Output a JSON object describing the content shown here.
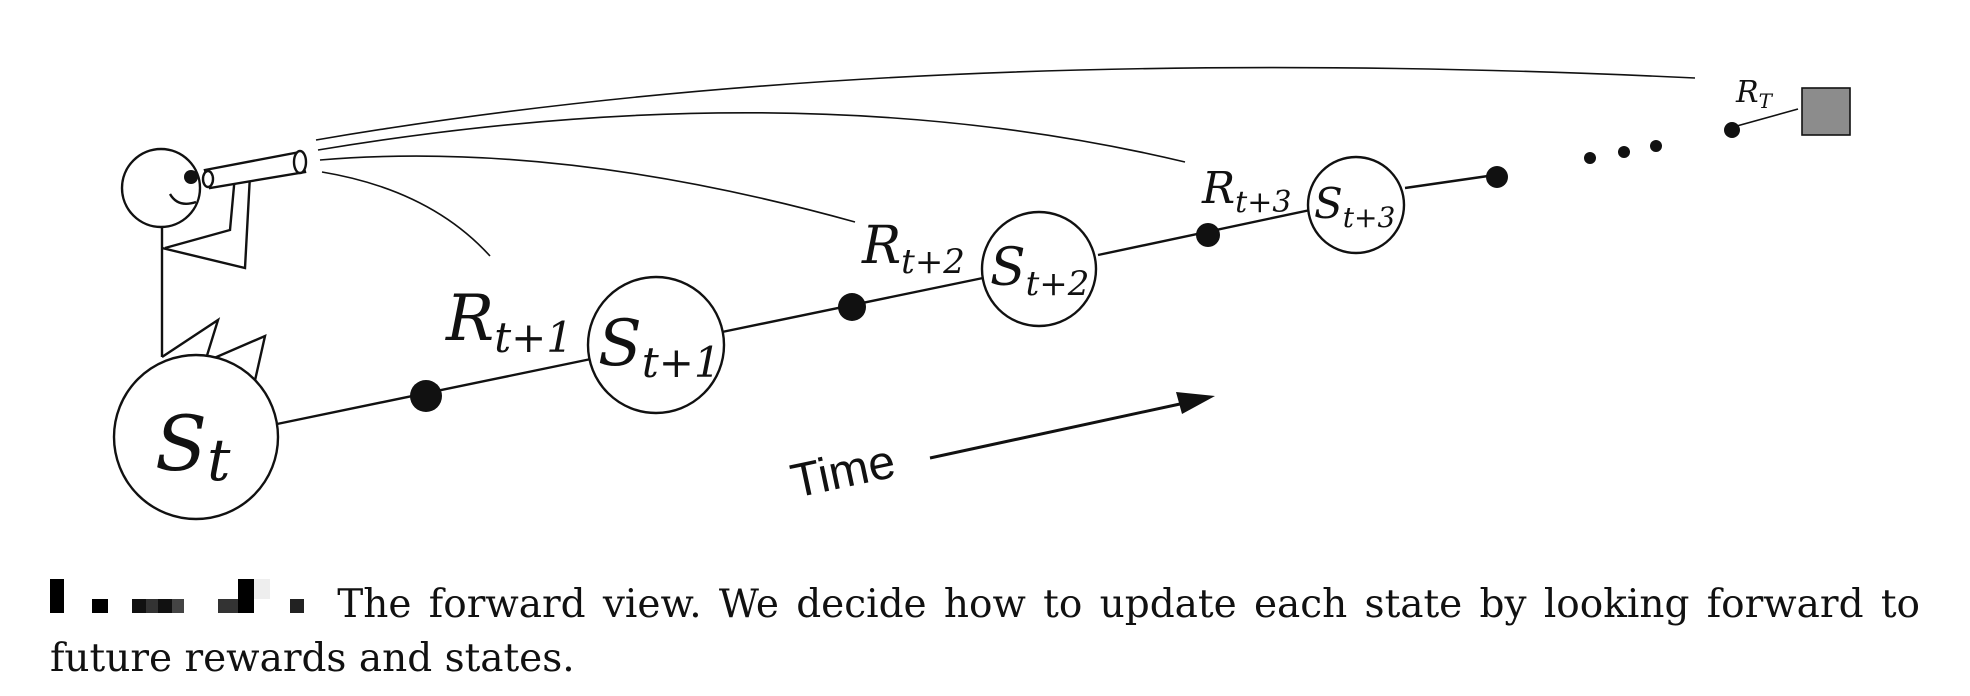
{
  "diagram": {
    "states": [
      {
        "symbol": "S",
        "subscript": "t"
      },
      {
        "symbol": "S",
        "subscript": "t+1"
      },
      {
        "symbol": "S",
        "subscript": "t+2"
      },
      {
        "symbol": "S",
        "subscript": "t+3"
      }
    ],
    "rewards": [
      {
        "symbol": "R",
        "subscript": "t+1"
      },
      {
        "symbol": "R",
        "subscript": "t+2"
      },
      {
        "symbol": "R",
        "subscript": "t+3"
      },
      {
        "symbol": "R",
        "subscript": "T"
      }
    ],
    "time_label": "Time",
    "colors": {
      "line": "#111111",
      "terminal_fill": "#8c8c8c"
    }
  },
  "caption": {
    "text": "The forward view. We decide how to update each state by looking forward to future rewards and states."
  }
}
